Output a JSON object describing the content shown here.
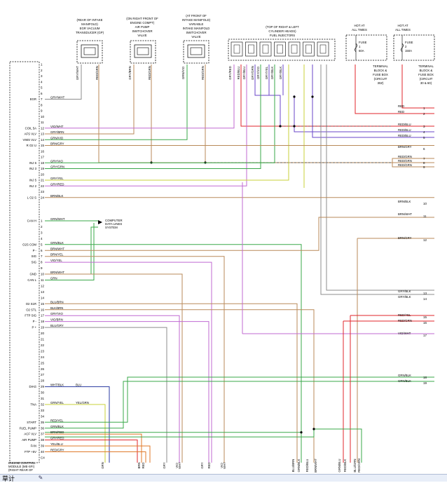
{
  "diagram": {
    "components": {
      "egr_valve": "(REAR OF INTAKE MANIFOLD) EGR VACUUM TRANSDUCER (GP)",
      "air_pump_valve": "(ON RIGHT FRONT OF ENGINE COMPT) AIR PUMP SWITCHOVER VALVE",
      "intake_manifold_valve": "(AT FRONT OF INTAKE MANIFOLD) VARIABLE INTAKE MANIFOLD SWITCHOVER VALVE",
      "fuel_injectors": "(TOP OF RIGHT & LEFT CYLINDER HEADS) FUEL INJECTORS",
      "hot_left": "HOT AT ALL TIMES",
      "hot_right": "HOT AT ALL TIMES",
      "fuse_left": "FUSE 1 60A",
      "fuse_right": "FUSE 2 150A",
      "terminal_left": "TERMINAL BLOCK & FUSE BOX (CIRCUIT 30Z)",
      "terminal_right": "TERMINAL BLOCK & FUSE BOX (CIRCUIT 30 & 60)",
      "ecm": "ENGINE CONTROL MODULE (ME-SFI) (RIGHT REAR OF",
      "computer_data_lines": "COMPUTER DATA LINES SYSTEM"
    },
    "ecm_pins_upper": [
      "EGR",
      "COIL 5A",
      "AFS VLV",
      "VIMS VLV",
      "R O2 U",
      "INJ 6",
      "INJ 3",
      "INJ 5",
      "INJ 2",
      "L O2 S"
    ],
    "ecm_pins_lower": [
      "CAN H",
      "O2S COM",
      "P -",
      "SIG",
      "SIG",
      "GND",
      "CAN L",
      "O2 S1R",
      "O2 STL",
      "FTP SIG",
      "P -",
      "P +",
      "DIAG",
      "TNA",
      "START",
      "FUEL PUMP",
      "ACF VLV",
      "AIR PUMP",
      "FAN",
      "FTP +5V"
    ],
    "wire_labels_top": [
      "GRY/WHT",
      "RED/GRN",
      "GRY/BRN",
      "RED/GRN",
      "GRN/VIO",
      "RED/GRN",
      "GRY/RED",
      "RED/BLU",
      "GRY/BLU",
      "GRY/GRN",
      "GRY/VIO",
      "GRY/YEL",
      "GRY/BLK",
      "GRY/BLK"
    ],
    "wire_labels_left": [
      "GRY/WHT",
      "VIO/WHT",
      "GRY/BRN",
      "GRN/VIO",
      "BRN/GRY",
      "GRY/VIO",
      "GRY/GRN",
      "GRY/YEL",
      "GRY/RED",
      "BRN/BLK",
      "GRN/WHT",
      "GRN/BLK",
      "BRN/WHT",
      "BRN/YEL",
      "VIO/YEL",
      "BRN/WHT",
      "GRN",
      "BLU/BRN",
      "BLK/BRN",
      "GRY/VIO",
      "VIO/BRN",
      "BLU/GRY",
      "WHT/BLK",
      "BLU",
      "GRN/YEL",
      "YEL/GRN",
      "RED/YEL",
      "GRN/BLK",
      "BRN/RED",
      "GRY/RED",
      "YEL/BLU",
      "RED/GRY"
    ],
    "wire_labels_right": [
      "RED",
      "RED",
      "RED/BLU",
      "RED/BLU",
      "RED/BLU",
      "BRN/GRY",
      "RED/GRN",
      "RED/GRN",
      "RED/GRN",
      "BRN/BLK",
      "BRN/WHT",
      "BRN/GRY",
      "GRY/BLK",
      "GRY/BLK",
      "RED/YEL",
      "RED/GRN",
      "VIO/WHT",
      "GRN/BLK",
      "GRN/BLK"
    ],
    "right_numbers": [
      "1",
      "2",
      "3",
      "4",
      "5",
      "6",
      "7",
      "8",
      "9",
      "10",
      "11",
      "12",
      "13",
      "14",
      "15",
      "16",
      "17",
      "18",
      "19"
    ],
    "wire_labels_bottom": [
      "GRN",
      "BRN",
      "RED",
      "GRY",
      "VIO",
      "WHT",
      "GRY",
      "RED",
      "VIO",
      "WHT",
      "BLU/BRN",
      "GRN/BLK",
      "RED/BLU",
      "BRN/WHT",
      "GRN/BLU",
      "RED/BLK",
      "BLU/GRN",
      "RED/GRN"
    ]
  },
  "colors": {
    "red": "#e0262b",
    "blue_violet": "#6a46c8",
    "yellow_green": "#c8d23a",
    "brown": "#b98a5a",
    "green": "#3aa84a",
    "gray": "#8c8c8c",
    "violet": "#c06ad2",
    "orange": "#e07a2a",
    "dark_blue": "#2a3aa0"
  },
  "status": {
    "label": "草计"
  }
}
